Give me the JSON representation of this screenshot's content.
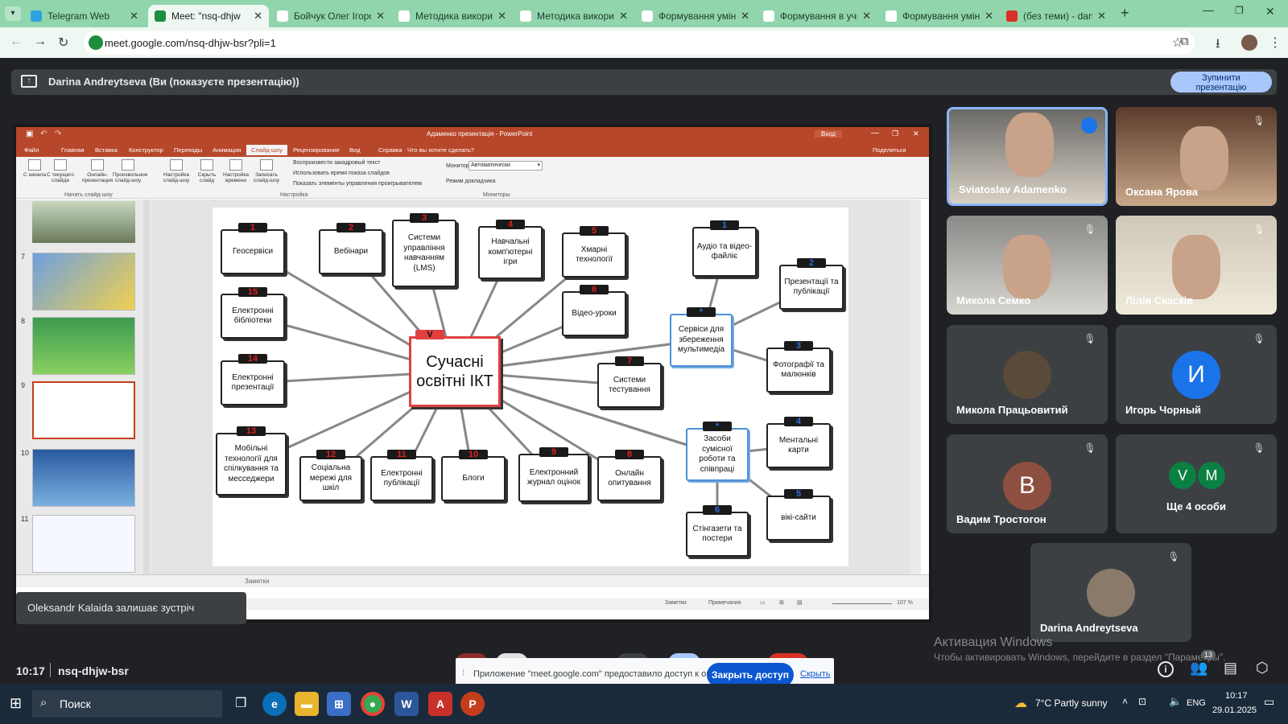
{
  "browser": {
    "tabs": [
      {
        "title": "Telegram Web",
        "color": "#2aa3e0"
      },
      {
        "title": "Meet: \"nsq-dhjw",
        "color": "#1e8e3e",
        "active": true
      },
      {
        "title": "Бойчук Олег Ігорови",
        "color": "#ffffff"
      },
      {
        "title": "Методика використ",
        "color": "#ffffff"
      },
      {
        "title": "Методика використ",
        "color": "#ffffff"
      },
      {
        "title": "Формування умінь у",
        "color": "#ffffff"
      },
      {
        "title": "Формування в учні",
        "color": "#ffffff"
      },
      {
        "title": "Формування умінь у",
        "color": "#ffffff"
      },
      {
        "title": "(без теми) - dandrej",
        "color": "#d93025"
      }
    ],
    "url": "meet.google.com/nsq-dhjw-bsr?pli=1"
  },
  "presentation_bar": {
    "title": "Darina Andreytseva (Ви (показуєте презентацію))",
    "stop_button": "Зупинити презентацію"
  },
  "powerpoint": {
    "window_title": "Адаменко презентація - PowerPoint",
    "login": "Вход",
    "ribbon_tabs": [
      "Файл",
      "Главная",
      "Вставка",
      "Конструктор",
      "Переходы",
      "Анимация",
      "Слайд-шоу",
      "Рецензирование",
      "Вид",
      "Справка"
    ],
    "active_tab": "Слайд-шоу",
    "tell_me": "Что вы хотите сделать?",
    "share": "Поделиться",
    "ribbon_buttons": [
      "С начала",
      "С текущего слайда",
      "Онлайн-презентация",
      "Произвольное слайд-шоу",
      "Настройка слайд-шоу",
      "Скрыть слайд",
      "Настройка времени",
      "Записать слайд-шоу"
    ],
    "ribbon_group_start": "Начать слайд-шоу",
    "checkboxes": [
      "Воспроизвести закадровый текст",
      "Использовать время показа слайдов",
      "Показать элементы управления проигрывателем"
    ],
    "group_settings": "Настройка",
    "monitor_label": "Монитор:",
    "monitor_value": "Автоматически",
    "presenter_view": "Режим докладчика",
    "group_monitors": "Мониторы",
    "thumb_numbers": [
      "7",
      "8",
      "9",
      "10",
      "11"
    ],
    "notes": "Заметки",
    "status_notes": "Заметки",
    "status_comments": "Примечания",
    "zoom": "107 %"
  },
  "slide": {
    "center": "Сучасні освітні ІКТ",
    "center_tag": "V",
    "nodes": [
      {
        "tag": "1",
        "text": "Геосервіси"
      },
      {
        "tag": "2",
        "text": "Вебінари"
      },
      {
        "tag": "3",
        "text": "Системи управління навчанням (LMS)"
      },
      {
        "tag": "4",
        "text": "Навчальні комп'ютерні ігри"
      },
      {
        "tag": "5",
        "text": "Хмарні технології"
      },
      {
        "tag": "6",
        "text": "Відео-уроки"
      },
      {
        "tag": "7",
        "text": "Системи тестування"
      },
      {
        "tag": "8",
        "text": "Онлайн опитування"
      },
      {
        "tag": "9",
        "text": "Електронний журнал оцінок"
      },
      {
        "tag": "10",
        "text": "Блоги"
      },
      {
        "tag": "11",
        "text": "Електронні публікації"
      },
      {
        "tag": "12",
        "text": "Соціальна мережі для шкіл"
      },
      {
        "tag": "13",
        "text": "Мобільні технології для спілкування та месседжери"
      },
      {
        "tag": "14",
        "text": "Електронні презентації"
      },
      {
        "tag": "15",
        "text": "Електронні бібліотеки"
      },
      {
        "tag": "*",
        "text": "Сервіси для збереження мультимедіа"
      },
      {
        "tag": "1",
        "text": "Аудіо та відео-файліє"
      },
      {
        "tag": "2",
        "text": "Презентації та публікації"
      },
      {
        "tag": "3",
        "text": "Фотографії та малюнків"
      },
      {
        "tag": "*",
        "text": "Засоби сумісної роботи та співпраці"
      },
      {
        "tag": "4",
        "text": "Ментальні карти"
      },
      {
        "tag": "5",
        "text": "вікі-сайти"
      },
      {
        "tag": "6",
        "text": "Стінгазети та постери"
      }
    ]
  },
  "toast": "Oleksandr Kalaida залишає зустріч",
  "participants": [
    {
      "name": "Sviatoslav Adamenko",
      "speaking": true
    },
    {
      "name": "Оксана Ярова"
    },
    {
      "name": "Микола Семко"
    },
    {
      "name": "Лілія Скасків"
    },
    {
      "name": "Микола Працьовитий"
    },
    {
      "name": "Игорь Чорный",
      "initial": "И",
      "color": "#1a73e8"
    },
    {
      "name": "Вадим Тростогон",
      "initial": "B",
      "color": "#8d4f3f"
    },
    {
      "name": "Ще 4 особи",
      "initials": [
        "V",
        "M"
      ],
      "color": "#0b8043"
    },
    {
      "name": "Darina Andreytseva"
    }
  ],
  "meeting": {
    "time": "10:17",
    "code": "nsq-dhjw-bsr",
    "people_count": "13"
  },
  "share_bar": {
    "text": "Приложение \"meet.google.com\" предоставило доступ к окну.",
    "close_button": "Закрыть доступ",
    "hide_button": "Скрыть"
  },
  "watermark": {
    "title": "Активация Windows",
    "text": "Чтобы активировать Windows, перейдите в раздел \"Параметры\"."
  },
  "taskbar": {
    "search": "Поиск",
    "weather": "7°C  Partly sunny",
    "lang": "ENG",
    "clock_time": "10:17",
    "clock_date": "29.01.2025"
  },
  "colors": {
    "meet_bg": "#202124",
    "tabstrip": "#90d5ac",
    "ppt_red": "#b7472a",
    "accent": "#8ab4f8"
  }
}
